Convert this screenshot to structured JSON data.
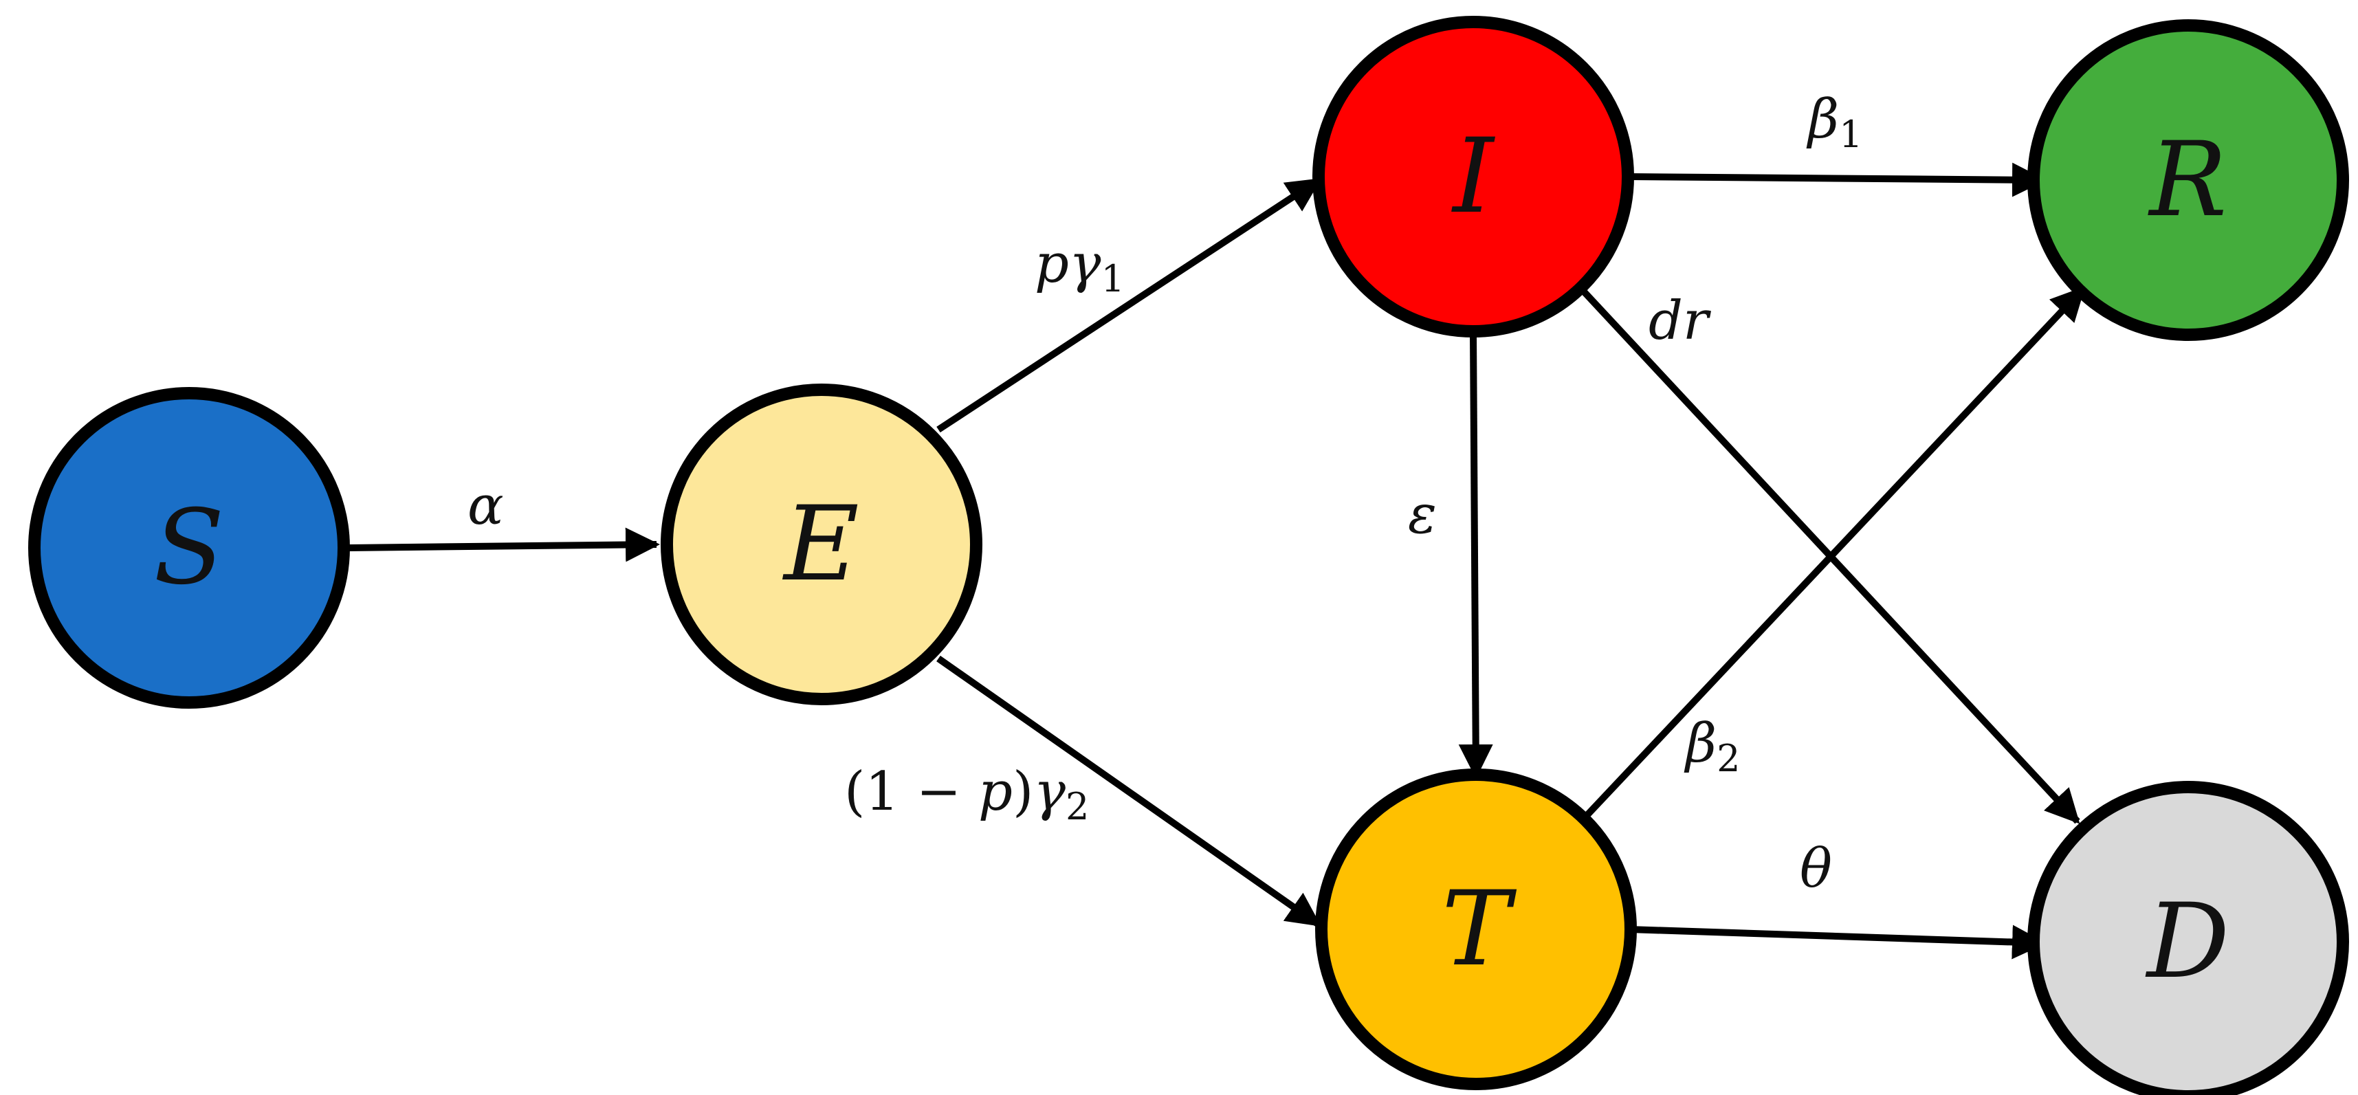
{
  "nodes": {
    "S": {
      "label": "S",
      "color": "#1a6fc7"
    },
    "E": {
      "label": "E",
      "color": "#fde79a"
    },
    "I": {
      "label": "I",
      "color": "#ff0000"
    },
    "T": {
      "label": "T",
      "color": "#ffc000"
    },
    "R": {
      "label": "R",
      "color": "#44ad3c"
    },
    "D": {
      "label": "D",
      "color": "#d9d9d9"
    }
  },
  "edges": {
    "S_E": {
      "label": "α"
    },
    "E_I": {
      "label_main": "pγ",
      "label_sub": "1"
    },
    "E_T": {
      "label_open": "(1 ",
      "label_minus": "− ",
      "label_p": "p",
      "label_close": ")",
      "label_gamma": "γ",
      "label_sub": "2"
    },
    "I_R": {
      "label_main": "β",
      "label_sub": "1"
    },
    "I_D": {
      "label": "dr"
    },
    "I_T": {
      "label": "ε"
    },
    "T_R": {
      "label_main": "β",
      "label_sub": "2"
    },
    "T_D": {
      "label": "θ"
    }
  }
}
